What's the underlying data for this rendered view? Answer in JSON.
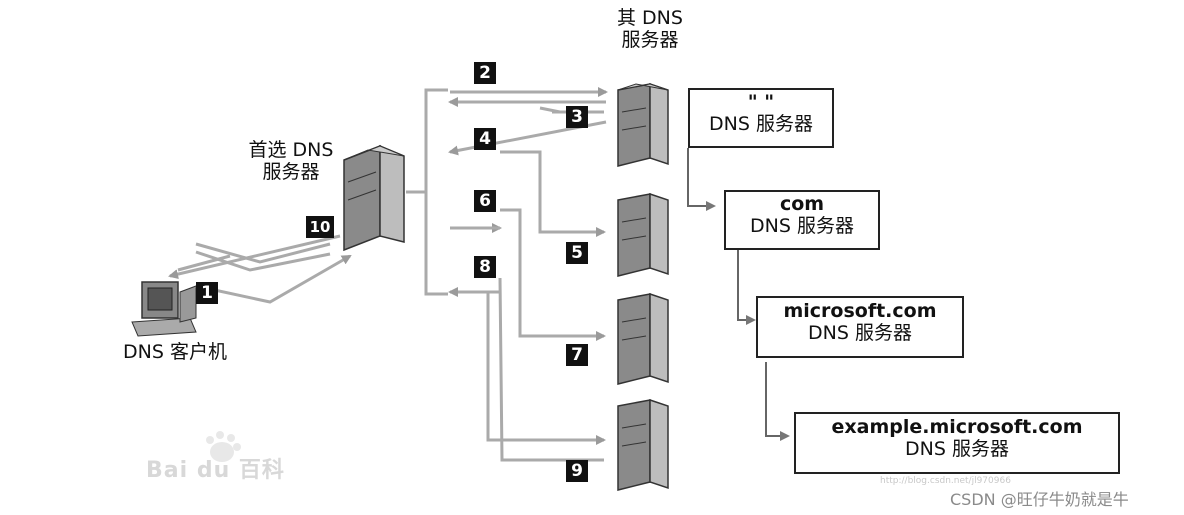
{
  "labels": {
    "other_dns": [
      "其 DNS",
      "服务器"
    ],
    "preferred_dns": [
      "首选 DNS",
      "服务器"
    ],
    "client": "DNS 客户机"
  },
  "boxes": {
    "root": {
      "line1": "\" \"",
      "line2": "DNS 服务器"
    },
    "com": {
      "line1": "com",
      "line2": "DNS 服务器"
    },
    "microsoft": {
      "line1": "microsoft.com",
      "line2": "DNS 服务器"
    },
    "example": {
      "line1": "example.microsoft.com",
      "line2": "DNS 服务器"
    }
  },
  "steps": [
    "1",
    "2",
    "3",
    "4",
    "5",
    "6",
    "7",
    "8",
    "9",
    "10"
  ],
  "watermarks": {
    "baidu": "Bai du 百科",
    "blog_url": "http://blog.csdn.net/jl970966",
    "csdn": "CSDN @旺仔牛奶就是牛"
  },
  "colors": {
    "arrow": "#aaaaaa",
    "server_body": "#9a9a9a",
    "step_badge": "#111111"
  }
}
